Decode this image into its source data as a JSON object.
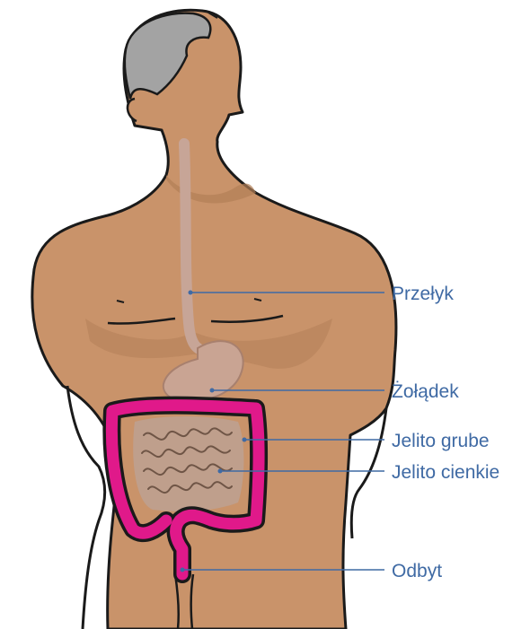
{
  "colors": {
    "skin": "#c9936a",
    "skin_shadow": "#b27f57",
    "outline": "#1a1a1a",
    "hair": "#a3a3a3",
    "esophagus": "#c7a597",
    "stomach": "#c9a493",
    "large_intestine": "#e0198a",
    "small_intestine": "#bf9f8c",
    "label_text": "#3f6aa4",
    "leader_line": "#3f6aa4"
  },
  "labels": {
    "esophagus": "Przełyk",
    "stomach": "Żołądek",
    "large_intestine": "Jelito grube",
    "small_intestine": "Jelito cienkie",
    "anus": "Odbyt"
  }
}
